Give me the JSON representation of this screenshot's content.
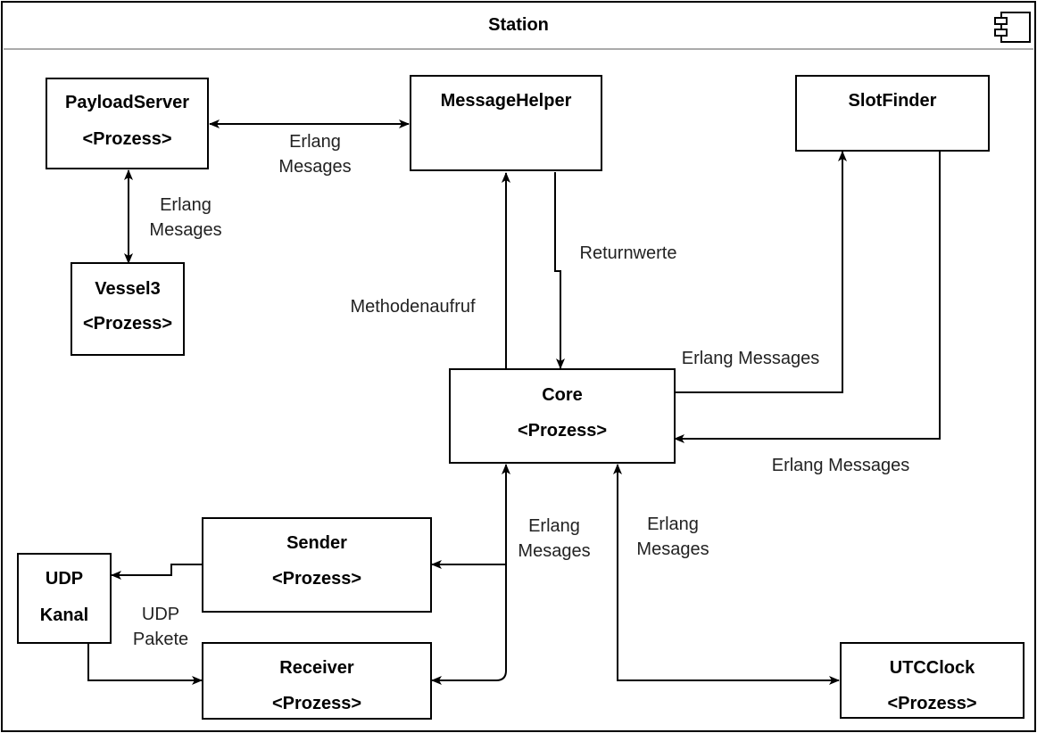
{
  "diagram": {
    "title": "Station",
    "title_icon": "uml-component-icon",
    "nodes": {
      "payloadserver": {
        "name": "PayloadServer",
        "stereotype": "<Prozess>"
      },
      "messagehelper": {
        "name": "MessageHelper"
      },
      "slotfinder": {
        "name": "SlotFinder"
      },
      "vessel3": {
        "name": "Vessel3",
        "stereotype": "<Prozess>"
      },
      "core": {
        "name": "Core",
        "stereotype": "<Prozess>"
      },
      "sender": {
        "name": "Sender",
        "stereotype": "<Prozess>"
      },
      "udp": {
        "name": "UDP",
        "name2": "Kanal"
      },
      "receiver": {
        "name": "Receiver",
        "stereotype": "<Prozess>"
      },
      "utcclock": {
        "name": "UTCClock",
        "stereotype": "<Prozess>"
      }
    },
    "edges": {
      "payload_messagehelper": {
        "line1": "Erlang",
        "line2": "Mesages"
      },
      "payload_vessel": {
        "line1": "Erlang",
        "line2": "Mesages"
      },
      "core_messagehelper": {
        "line1": "Methodenaufruf"
      },
      "messagehelper_core": {
        "line1": "Returnwerte"
      },
      "core_slotfinder": {
        "line1": "Erlang Messages"
      },
      "slotfinder_core": {
        "line1": "Erlang Messages"
      },
      "core_sender_receiver": {
        "line1": "Erlang",
        "line2": "Mesages"
      },
      "core_utcclock": {
        "line1": "Erlang",
        "line2": "Mesages"
      },
      "udp_pakete": {
        "line1": "UDP",
        "line2": "Pakete"
      }
    },
    "colors": {
      "line": "#000000",
      "label_text": "#222222",
      "node_fill": "#ffffff"
    }
  }
}
